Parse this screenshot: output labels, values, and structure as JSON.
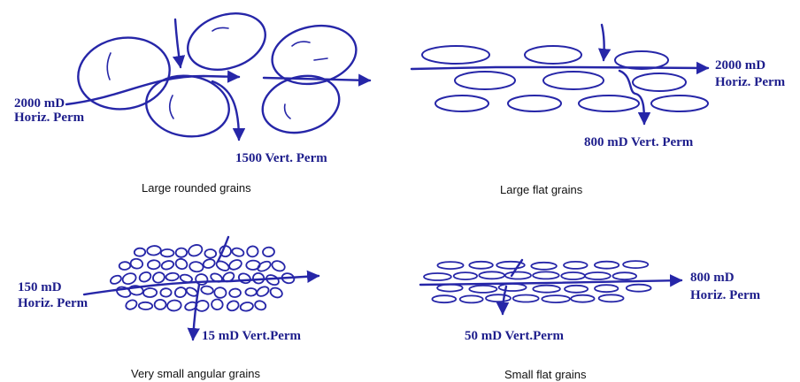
{
  "panels": {
    "large_rounded": {
      "caption": "Large rounded grains",
      "horiz_value": "2000 mD",
      "horiz_label": "Horiz. Perm",
      "vert_label": "1500 Vert. Perm"
    },
    "large_flat": {
      "caption": "Large flat grains",
      "horiz_value": "2000 mD",
      "horiz_label": "Horiz. Perm",
      "vert_label": "800 mD Vert. Perm"
    },
    "very_small_angular": {
      "caption": "Very small angular grains",
      "horiz_value": "150 mD",
      "horiz_label": "Horiz. Perm",
      "vert_label": "15 mD Vert.Perm"
    },
    "small_flat": {
      "caption": "Small flat grains",
      "horiz_value": "800 mD",
      "horiz_label": "Horiz. Perm",
      "vert_label": "50 mD Vert.Perm"
    }
  },
  "colors": {
    "ink": "#2626a8",
    "label": "#1e1e8c",
    "caption": "#111111"
  }
}
